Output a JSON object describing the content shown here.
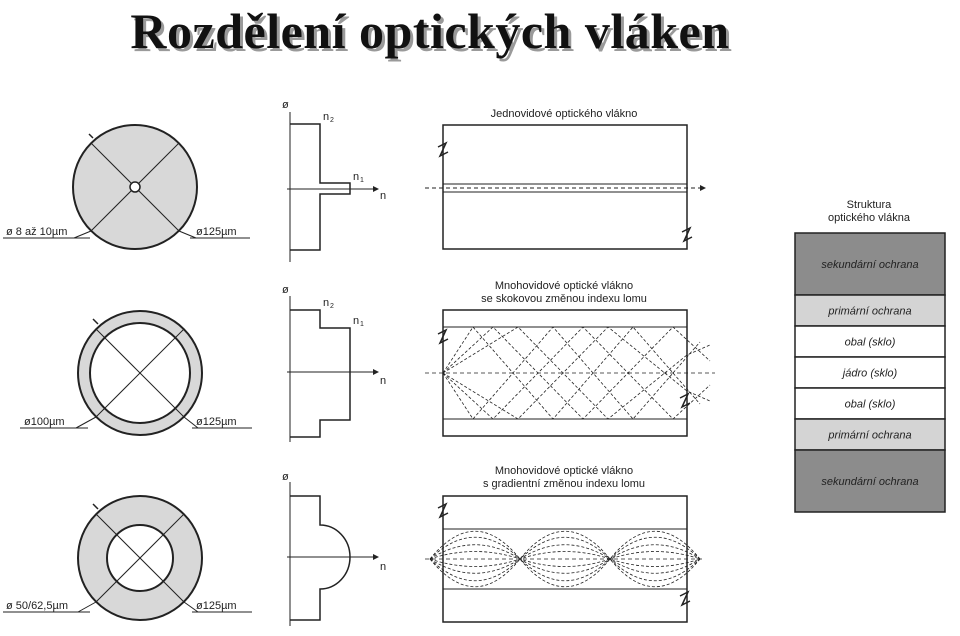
{
  "title": "Rozdělení optických vláken",
  "rows": [
    {
      "inner_label": "ø 8 až 10µm",
      "outer_label": "ø125µm",
      "profile": {
        "axis_d": "ø",
        "n2": "n",
        "n2_sub": "2",
        "n1": "n",
        "n1_sub": "1",
        "axis_n": "n"
      },
      "caption": [
        "Jednovidové optického vlákno"
      ]
    },
    {
      "inner_label": "ø100µm",
      "outer_label": "ø125µm",
      "profile": {
        "axis_d": "ø",
        "n2": "n",
        "n2_sub": "2",
        "n1": "n",
        "n1_sub": "1",
        "axis_n": "n"
      },
      "caption": [
        "Mnohovidové optické vlákno",
        "se skokovou změnou indexu lomu"
      ]
    },
    {
      "inner_label": "ø 50/62,5µm",
      "outer_label": "ø125µm",
      "profile": {
        "axis_d": "ø",
        "axis_n": "n"
      },
      "caption": [
        "Mnohovidové optické vlákno",
        "s gradientní změnou indexu lomu"
      ]
    }
  ],
  "structure": {
    "heading": [
      "Struktura",
      "optického vlákna"
    ],
    "layers": [
      {
        "label": "sekundární ochrana",
        "fill": "#8c8c8c"
      },
      {
        "label": "primární ochrana",
        "fill": "#d4d4d4"
      },
      {
        "label": "obal (sklo)",
        "fill": "#ffffff"
      },
      {
        "label": "jádro (sklo)",
        "fill": "#ffffff"
      },
      {
        "label": "obal (sklo)",
        "fill": "#ffffff"
      },
      {
        "label": "primární ochrana",
        "fill": "#d4d4d4"
      },
      {
        "label": "sekundární ochrana",
        "fill": "#8c8c8c"
      }
    ]
  },
  "colors": {
    "cross_section_fill": "#d8d8d8",
    "line": "#222222"
  }
}
